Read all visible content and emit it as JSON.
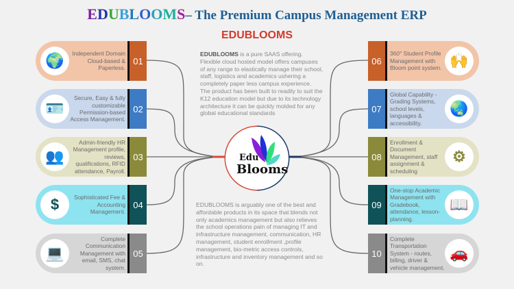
{
  "header": {
    "brand_letters": [
      "E",
      "D",
      "U",
      "B",
      "L",
      "O",
      "O",
      "M",
      "S"
    ],
    "brand_colors": [
      "#7a1fa2",
      "#2233aa",
      "#3aa53a",
      "#3aa0d8",
      "#1f7ab8",
      "#2a5fd0",
      "#2aa0b8",
      "#1fb09a",
      "#a020a0"
    ],
    "tagline": "– The Premium Campus Management ERP",
    "subtitle": "EDUBLOOMS"
  },
  "intro": {
    "bold": "EDUBLOOMS",
    "text": " is a pure SAAS offering. Flexible cloud hosted model offers campuses of any range to elastically manage their school, staff, logistics and academics ushering a completely paper less campus experience.",
    "text2": "The product has been built to readily to suit the K12 education model but due to its technology architecture it can be quickly molded for any global educational standards"
  },
  "summary": "EDUBLOOMS is arguably one of the best and affordable products in its space that blends not only academics management but also relieves the school operations pain of managing IT and infrastructure management, communication, HR management, student enrollment ,profile management, bio-metric access controls, infrastructure and inventory management and so on.",
  "hub": {
    "line1": "Edu",
    "line2": "Blooms"
  },
  "features": [
    {
      "num": "01",
      "text": "Independent Domain Cloud-based & Paperless.",
      "icon": "globe-leaf-icon",
      "glyph": "🌍",
      "bg": "#f2c4a8",
      "accent": "#c8602a"
    },
    {
      "num": "02",
      "text": "Secure, Easy & fully customizable Permission-based Access Management.",
      "icon": "id-badge-icon",
      "glyph": "🪪",
      "bg": "#c9d8ec",
      "accent": "#3d7bc4"
    },
    {
      "num": "03",
      "text": "Admin-friendly HR Management profile, reviews, qualifications, RFID attendance, Payroll.",
      "icon": "people-icon",
      "glyph": "👥",
      "bg": "#e4e2c4",
      "accent": "#8a8a3a"
    },
    {
      "num": "04",
      "text": "Sophisticated Fee & Accounting Management.",
      "icon": "dollar-icon",
      "glyph": "$",
      "bg": "#8ee3f0",
      "accent": "#0f5257"
    },
    {
      "num": "05",
      "text": "Complete Communication Management with email, SMS, chat system.",
      "icon": "computer-icon",
      "glyph": "💻",
      "bg": "#d6d6d6",
      "accent": "#8a8a8a"
    },
    {
      "num": "06",
      "text": "360° Student Profile Management with Bloom point system.",
      "icon": "students-icon",
      "glyph": "🙌",
      "bg": "#f2c4a8",
      "accent": "#c8602a"
    },
    {
      "num": "07",
      "text": "Global Capability - Grading Systems, school levels, languages & accessibility.",
      "icon": "earth-language-icon",
      "glyph": "🌏",
      "bg": "#c9d8ec",
      "accent": "#3d7bc4"
    },
    {
      "num": "08",
      "text": "Enrollment & Document Management, staff assignment & scheduling",
      "icon": "document-gear-icon",
      "glyph": "⚙",
      "bg": "#e4e2c4",
      "accent": "#8a8a3a"
    },
    {
      "num": "09",
      "text": "One-stop Academic Management with Gradebook, attendance, lesson-planning.",
      "icon": "book-icon",
      "glyph": "📖",
      "bg": "#8ee3f0",
      "accent": "#0f5257"
    },
    {
      "num": "10",
      "text": "Complete Transportation System - routes, billing, driver & vehicle management.",
      "icon": "car-icon",
      "glyph": "🚗",
      "bg": "#d6d6d6",
      "accent": "#8a8a8a"
    }
  ]
}
